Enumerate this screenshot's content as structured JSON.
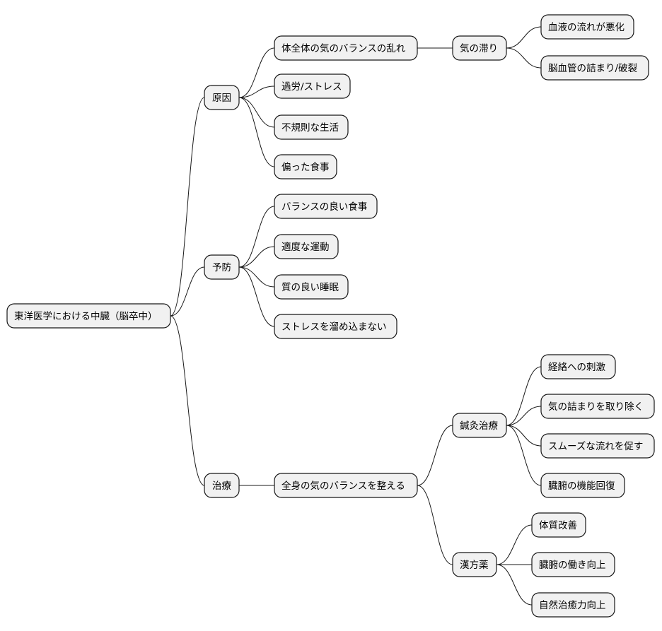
{
  "mindmap": {
    "root": {
      "label": "東洋医学における中臓（脳卒中）",
      "children": [
        {
          "label": "原因",
          "children": [
            {
              "label": "体全体の気のバランスの乱れ",
              "children": [
                {
                  "label": "気の滞り",
                  "children": [
                    {
                      "label": "血液の流れが悪化"
                    },
                    {
                      "label": "脳血管の詰まり/破裂"
                    }
                  ]
                }
              ]
            },
            {
              "label": "過労/ストレス"
            },
            {
              "label": "不規則な生活"
            },
            {
              "label": "偏った食事"
            }
          ]
        },
        {
          "label": "予防",
          "children": [
            {
              "label": "バランスの良い食事"
            },
            {
              "label": "適度な運動"
            },
            {
              "label": "質の良い睡眠"
            },
            {
              "label": "ストレスを溜め込まない"
            }
          ]
        },
        {
          "label": "治療",
          "children": [
            {
              "label": "全身の気のバランスを整える",
              "children": [
                {
                  "label": "鍼灸治療",
                  "children": [
                    {
                      "label": "経絡への刺激"
                    },
                    {
                      "label": "気の詰まりを取り除く"
                    },
                    {
                      "label": "スムーズな流れを促す"
                    },
                    {
                      "label": "臓腑の機能回復"
                    }
                  ]
                },
                {
                  "label": "漢方薬",
                  "children": [
                    {
                      "label": "体質改善"
                    },
                    {
                      "label": "臓腑の働き向上"
                    },
                    {
                      "label": "自然治癒力向上"
                    }
                  ]
                }
              ]
            }
          ]
        }
      ]
    }
  }
}
